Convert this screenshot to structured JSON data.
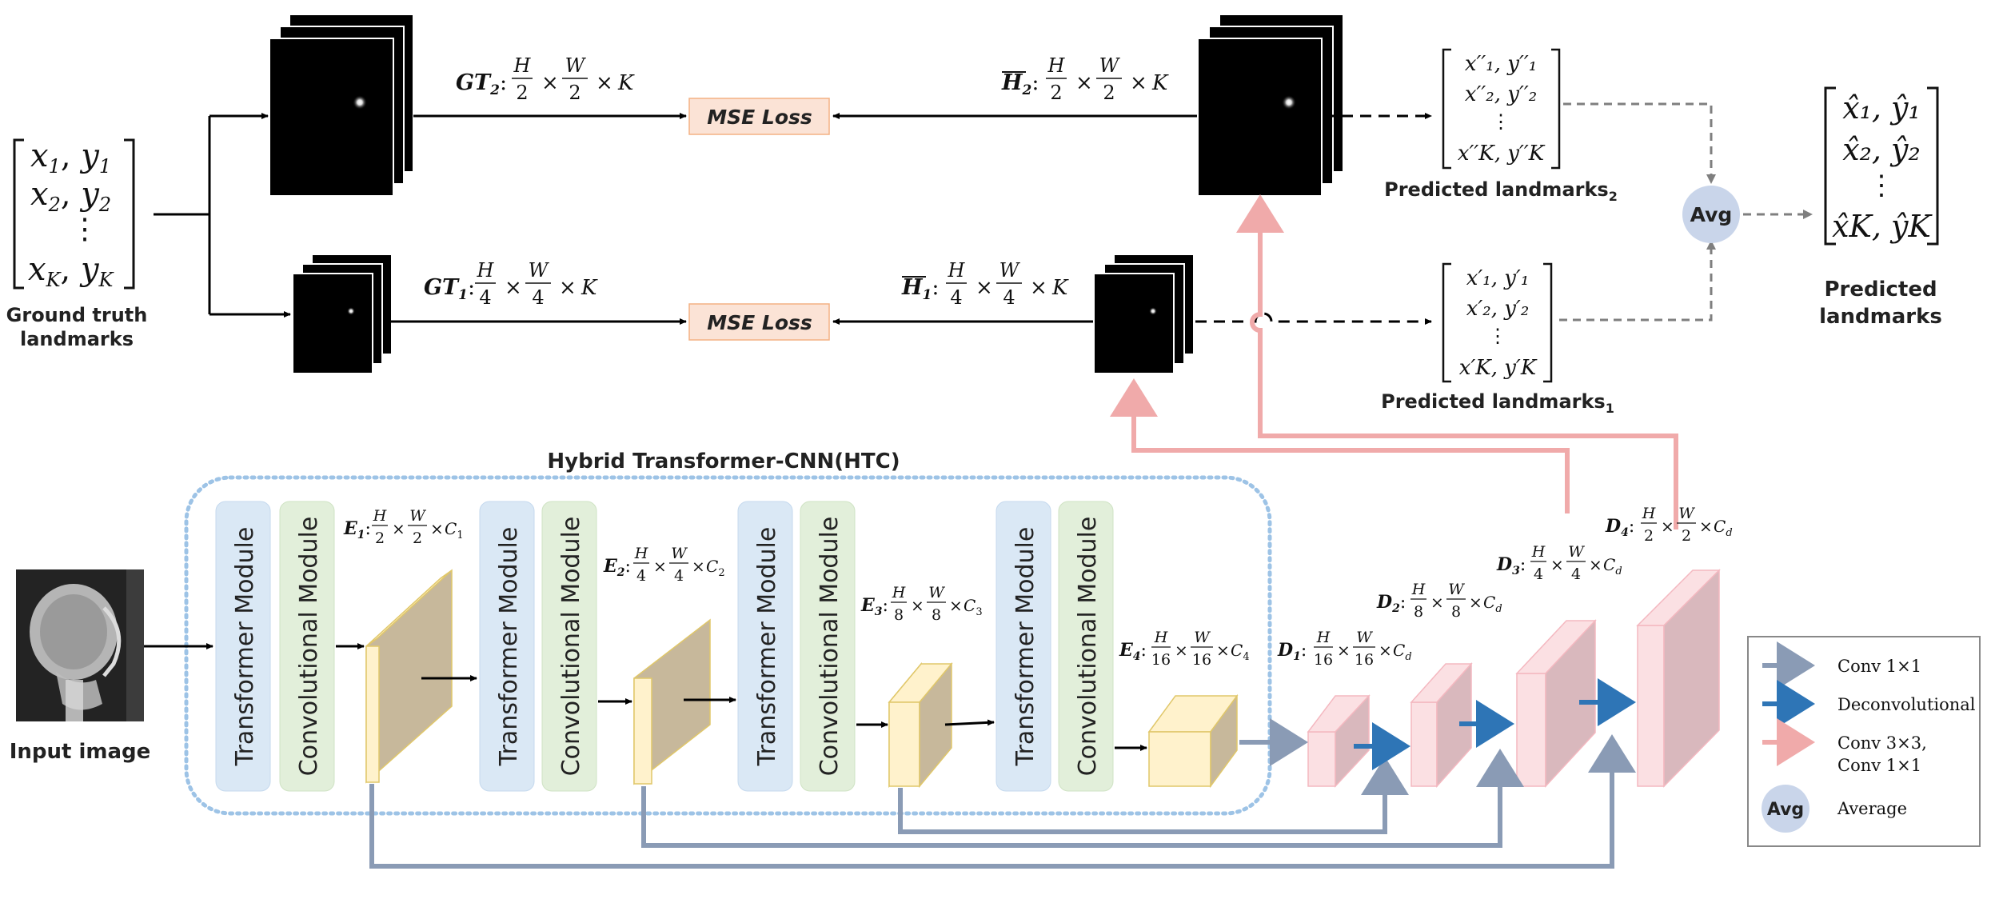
{
  "ground_truth": {
    "matrix_rows": [
      "x",
      "y",
      "x",
      "y",
      "⋮",
      "x",
      "y"
    ],
    "row1": {
      "a": "x",
      "a_sub": "1",
      "b": "y",
      "b_sub": "1"
    },
    "row2": {
      "a": "x",
      "a_sub": "2",
      "b": "y",
      "b_sub": "2"
    },
    "dots": "⋮",
    "rowK": {
      "a": "x",
      "a_sub": "K",
      "b": "y",
      "b_sub": "K"
    },
    "label_line1": "Ground truth",
    "label_line2": "landmarks"
  },
  "gt2": {
    "name": "GT",
    "sub": "2",
    "colon": ":",
    "num_h": "H",
    "den_h": "2",
    "num_w": "W",
    "den_w": "2",
    "times": "×",
    "k": "K"
  },
  "gt1": {
    "name": "GT",
    "sub": "1",
    "colon": ":",
    "num_h": "H",
    "den_h": "4",
    "num_w": "W",
    "den_w": "4",
    "times": "×",
    "k": "K"
  },
  "h2": {
    "name": "H",
    "sub": "2",
    "colon": ":",
    "num_h": "H",
    "den_h": "2",
    "num_w": "W",
    "den_w": "2",
    "times": "×",
    "k": "K"
  },
  "h1": {
    "name": "H",
    "sub": "1",
    "colon": ":",
    "num_h": "H",
    "den_h": "4",
    "num_w": "W",
    "den_w": "4",
    "times": "×",
    "k": "K"
  },
  "loss": {
    "top": "MSE Loss",
    "bottom": "MSE Loss"
  },
  "pred2": {
    "r1": "x′′₁, y′′₁",
    "r2": "x′′₂, y′′₂",
    "dots": "⋮",
    "r3": "x′′K, y′′K",
    "label": "Predicted landmarks",
    "label_sub": "2"
  },
  "pred1": {
    "r1": "x′₁,  y′₁",
    "r2": "x′₂,  y′₂",
    "dots": "⋮",
    "r3": "x′K,  y′K",
    "label": "Predicted landmarks",
    "label_sub": "1"
  },
  "avg": {
    "label": "Avg"
  },
  "final": {
    "r1": "x̂₁, ŷ₁",
    "r2": "x̂₂, ŷ₂",
    "dots": "⋮",
    "r3": "x̂K,  ŷK",
    "label_line1": "Predicted",
    "label_line2": "landmarks"
  },
  "htc": {
    "title": "Hybrid Transformer-CNN(HTC)"
  },
  "modules": {
    "transformer": "Transformer Module",
    "convolutional": "Convolutional Module"
  },
  "input": {
    "label": "Input image"
  },
  "encoders": [
    {
      "name": "E",
      "sub": "1",
      "num_h": "H",
      "den_h": "2",
      "num_w": "W",
      "den_w": "2",
      "c": "C",
      "c_sub": "1"
    },
    {
      "name": "E",
      "sub": "2",
      "num_h": "H",
      "den_h": "4",
      "num_w": "W",
      "den_w": "4",
      "c": "C",
      "c_sub": "2"
    },
    {
      "name": "E",
      "sub": "3",
      "num_h": "H",
      "den_h": "8",
      "num_w": "W",
      "den_w": "8",
      "c": "C",
      "c_sub": "3"
    },
    {
      "name": "E",
      "sub": "4",
      "num_h": "H",
      "den_h": "16",
      "num_w": "W",
      "den_w": "16",
      "c": "C",
      "c_sub": "4"
    }
  ],
  "decoders": [
    {
      "name": "D",
      "sub": "1",
      "num_h": "H",
      "den_h": "16",
      "num_w": "W",
      "den_w": "16",
      "c": "C",
      "c_sub": "d"
    },
    {
      "name": "D",
      "sub": "2",
      "num_h": "H",
      "den_h": "8",
      "num_w": "W",
      "den_w": "8",
      "c": "C",
      "c_sub": "d"
    },
    {
      "name": "D",
      "sub": "3",
      "num_h": "H",
      "den_h": "4",
      "num_w": "W",
      "den_w": "4",
      "c": "C",
      "c_sub": "d"
    },
    {
      "name": "D",
      "sub": "4",
      "num_h": "H",
      "den_h": "2",
      "num_w": "W",
      "den_w": "2",
      "c": "C",
      "c_sub": "d"
    }
  ],
  "legend": {
    "conv1": "Conv 1×1",
    "deconv": "Deconvolutional",
    "conv3_line1": "Conv 3×3,",
    "conv3_line2": "Conv 1×1",
    "avg_badge": "Avg",
    "avg_text": "Average"
  },
  "colors": {
    "gray_arrow": "#8a9bb5",
    "blue_arrow": "#2e75b6",
    "pink_arrow": "#f0aaaa",
    "loss_fill": "#fbe3d6",
    "transformer_fill": "#dae8f5",
    "conv_fill": "#e2efda",
    "encoder_fill": "#fff2cc",
    "decoder_fill": "#fbe0e3",
    "avg_fill": "#c9d5ea",
    "htc_border": "#9dc3e6"
  }
}
